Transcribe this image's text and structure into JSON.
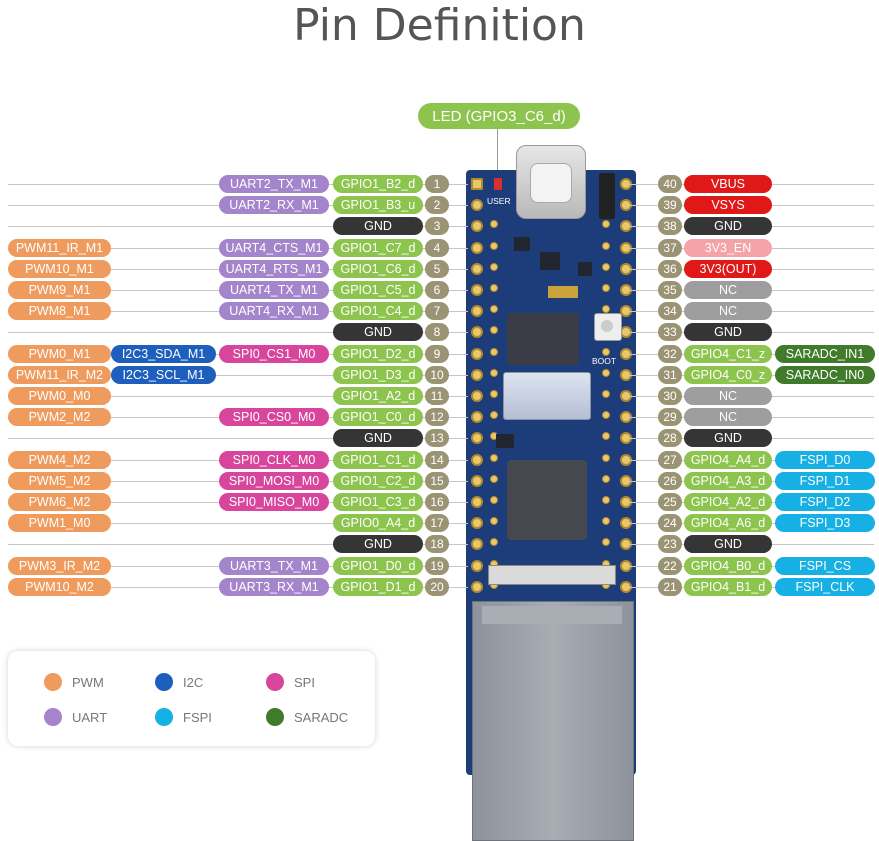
{
  "title": "Pin Definition",
  "led_label": "LED (GPIO3_C6_d)",
  "board_silkscreen": {
    "user": "USER",
    "boot": "BOOT"
  },
  "colors": {
    "PWM": "#ee9b5d",
    "UART": "#a485cc",
    "GPIO": "#8dc44e",
    "GND": "#353535",
    "I2C": "#1e5ebd",
    "SPI": "#d8459c",
    "FSPI": "#16b0e4",
    "SARADC": "#3f7b2a",
    "POWER": "#e01818",
    "POWER_LIGHT": "#f4a3a8",
    "NC": "#9e9e9e",
    "PIN_NUMBER": "#9b9474"
  },
  "left_pins": [
    {
      "number": "1",
      "gpio": "GPIO1_B2_d",
      "functions": [
        {
          "label": "UART2_TX_M1",
          "type": "UART"
        }
      ]
    },
    {
      "number": "2",
      "gpio": "GPIO1_B3_u",
      "functions": [
        {
          "label": "UART2_RX_M1",
          "type": "UART"
        }
      ]
    },
    {
      "number": "3",
      "gpio": "GND",
      "functions": []
    },
    {
      "number": "4",
      "gpio": "GPIO1_C7_d",
      "functions": [
        {
          "label": "UART4_CTS_M1",
          "type": "UART"
        },
        {
          "label": "PWM11_IR_M1",
          "type": "PWM"
        }
      ]
    },
    {
      "number": "5",
      "gpio": "GPIO1_C6_d",
      "functions": [
        {
          "label": "UART4_RTS_M1",
          "type": "UART"
        },
        {
          "label": "PWM10_M1",
          "type": "PWM"
        }
      ]
    },
    {
      "number": "6",
      "gpio": "GPIO1_C5_d",
      "functions": [
        {
          "label": "UART4_TX_M1",
          "type": "UART"
        },
        {
          "label": "PWM9_M1",
          "type": "PWM"
        }
      ]
    },
    {
      "number": "7",
      "gpio": "GPIO1_C4_d",
      "functions": [
        {
          "label": "UART4_RX_M1",
          "type": "UART"
        },
        {
          "label": "PWM8_M1",
          "type": "PWM"
        }
      ]
    },
    {
      "number": "8",
      "gpio": "GND",
      "functions": []
    },
    {
      "number": "9",
      "gpio": "GPIO1_D2_d",
      "functions": [
        {
          "label": "SPI0_CS1_M0",
          "type": "SPI"
        },
        {
          "label": "I2C3_SDA_M1",
          "type": "I2C"
        },
        {
          "label": "PWM0_M1",
          "type": "PWM"
        }
      ]
    },
    {
      "number": "10",
      "gpio": "GPIO1_D3_d",
      "functions": [
        {
          "label": "I2C3_SCL_M1",
          "type": "I2C"
        },
        {
          "label": "PWM11_IR_M2",
          "type": "PWM"
        }
      ]
    },
    {
      "number": "11",
      "gpio": "GPIO1_A2_d",
      "functions": [
        {
          "label": "PWM0_M0",
          "type": "PWM"
        }
      ]
    },
    {
      "number": "12",
      "gpio": "GPIO1_C0_d",
      "functions": [
        {
          "label": "SPI0_CS0_M0",
          "type": "SPI"
        },
        {
          "label": "PWM2_M2",
          "type": "PWM"
        }
      ]
    },
    {
      "number": "13",
      "gpio": "GND",
      "functions": []
    },
    {
      "number": "14",
      "gpio": "GPIO1_C1_d",
      "functions": [
        {
          "label": "SPI0_CLK_M0",
          "type": "SPI"
        },
        {
          "label": "PWM4_M2",
          "type": "PWM"
        }
      ]
    },
    {
      "number": "15",
      "gpio": "GPIO1_C2_d",
      "functions": [
        {
          "label": "SPI0_MOSI_M0",
          "type": "SPI"
        },
        {
          "label": "PWM5_M2",
          "type": "PWM"
        }
      ]
    },
    {
      "number": "16",
      "gpio": "GPIO1_C3_d",
      "functions": [
        {
          "label": "SPI0_MISO_M0",
          "type": "SPI"
        },
        {
          "label": "PWM6_M2",
          "type": "PWM"
        }
      ]
    },
    {
      "number": "17",
      "gpio": "GPIO0_A4_d",
      "functions": [
        {
          "label": "PWM1_M0",
          "type": "PWM"
        }
      ]
    },
    {
      "number": "18",
      "gpio": "GND",
      "functions": []
    },
    {
      "number": "19",
      "gpio": "GPIO1_D0_d",
      "functions": [
        {
          "label": "UART3_TX_M1",
          "type": "UART"
        },
        {
          "label": "PWM3_IR_M2",
          "type": "PWM"
        }
      ]
    },
    {
      "number": "20",
      "gpio": "GPIO1_D1_d",
      "functions": [
        {
          "label": "UART3_RX_M1",
          "type": "UART"
        },
        {
          "label": "PWM10_M2",
          "type": "PWM"
        }
      ]
    }
  ],
  "right_pins": [
    {
      "number": "40",
      "gpio": "VBUS",
      "gpio_type": "POWER",
      "functions": []
    },
    {
      "number": "39",
      "gpio": "VSYS",
      "gpio_type": "POWER",
      "functions": []
    },
    {
      "number": "38",
      "gpio": "GND",
      "gpio_type": "GND",
      "functions": []
    },
    {
      "number": "37",
      "gpio": "3V3_EN",
      "gpio_type": "POWER_LIGHT",
      "functions": []
    },
    {
      "number": "36",
      "gpio": "3V3(OUT)",
      "gpio_type": "POWER",
      "functions": []
    },
    {
      "number": "35",
      "gpio": "NC",
      "gpio_type": "NC",
      "functions": []
    },
    {
      "number": "34",
      "gpio": "NC",
      "gpio_type": "NC",
      "functions": []
    },
    {
      "number": "33",
      "gpio": "GND",
      "gpio_type": "GND",
      "functions": []
    },
    {
      "number": "32",
      "gpio": "GPIO4_C1_z",
      "gpio_type": "GPIO",
      "functions": [
        {
          "label": "SARADC_IN1",
          "type": "SARADC"
        }
      ]
    },
    {
      "number": "31",
      "gpio": "GPIO4_C0_z",
      "gpio_type": "GPIO",
      "functions": [
        {
          "label": "SARADC_IN0",
          "type": "SARADC"
        }
      ]
    },
    {
      "number": "30",
      "gpio": "NC",
      "gpio_type": "NC",
      "functions": []
    },
    {
      "number": "29",
      "gpio": "NC",
      "gpio_type": "NC",
      "functions": []
    },
    {
      "number": "28",
      "gpio": "GND",
      "gpio_type": "GND",
      "functions": []
    },
    {
      "number": "27",
      "gpio": "GPIO4_A4_d",
      "gpio_type": "GPIO",
      "functions": [
        {
          "label": "FSPI_D0",
          "type": "FSPI"
        }
      ]
    },
    {
      "number": "26",
      "gpio": "GPIO4_A3_d",
      "gpio_type": "GPIO",
      "functions": [
        {
          "label": "FSPI_D1",
          "type": "FSPI"
        }
      ]
    },
    {
      "number": "25",
      "gpio": "GPIO4_A2_d",
      "gpio_type": "GPIO",
      "functions": [
        {
          "label": "FSPI_D2",
          "type": "FSPI"
        }
      ]
    },
    {
      "number": "24",
      "gpio": "GPIO4_A6_d",
      "gpio_type": "GPIO",
      "functions": [
        {
          "label": "FSPI_D3",
          "type": "FSPI"
        }
      ]
    },
    {
      "number": "23",
      "gpio": "GND",
      "gpio_type": "GND",
      "functions": []
    },
    {
      "number": "22",
      "gpio": "GPIO4_B0_d",
      "gpio_type": "GPIO",
      "functions": [
        {
          "label": "FSPI_CS",
          "type": "FSPI"
        }
      ]
    },
    {
      "number": "21",
      "gpio": "GPIO4_B1_d",
      "gpio_type": "GPIO",
      "functions": [
        {
          "label": "FSPI_CLK",
          "type": "FSPI"
        }
      ]
    }
  ],
  "legend": [
    {
      "label": "PWM",
      "type": "PWM"
    },
    {
      "label": "I2C",
      "type": "I2C"
    },
    {
      "label": "SPI",
      "type": "SPI"
    },
    {
      "label": "UART",
      "type": "UART"
    },
    {
      "label": "FSPI",
      "type": "FSPI"
    },
    {
      "label": "SARADC",
      "type": "SARADC"
    }
  ]
}
